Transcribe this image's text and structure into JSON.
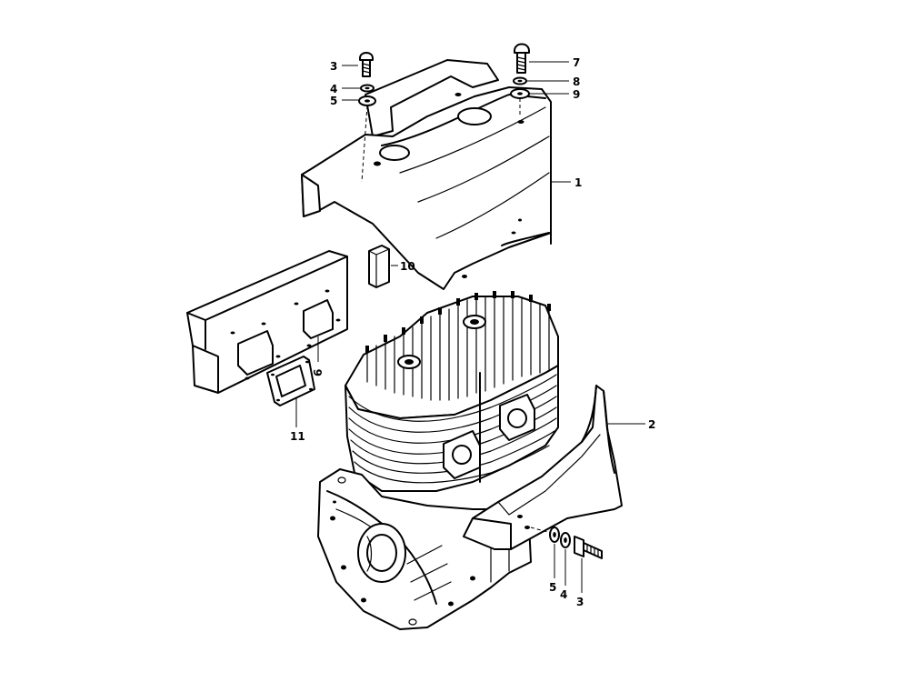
{
  "diagram": {
    "callouts": [
      {
        "id": "c3-top",
        "label": "3"
      },
      {
        "id": "c4-top",
        "label": "4"
      },
      {
        "id": "c5-top",
        "label": "5"
      },
      {
        "id": "c7",
        "label": "7"
      },
      {
        "id": "c8",
        "label": "8"
      },
      {
        "id": "c9",
        "label": "9"
      },
      {
        "id": "c1",
        "label": "1"
      },
      {
        "id": "c10",
        "label": "10"
      },
      {
        "id": "c6",
        "label": "6"
      },
      {
        "id": "c11",
        "label": "11"
      },
      {
        "id": "c2",
        "label": "2"
      },
      {
        "id": "c5-bot",
        "label": "5"
      },
      {
        "id": "c4-bot",
        "label": "4"
      },
      {
        "id": "c3-bot",
        "label": "3"
      }
    ]
  }
}
